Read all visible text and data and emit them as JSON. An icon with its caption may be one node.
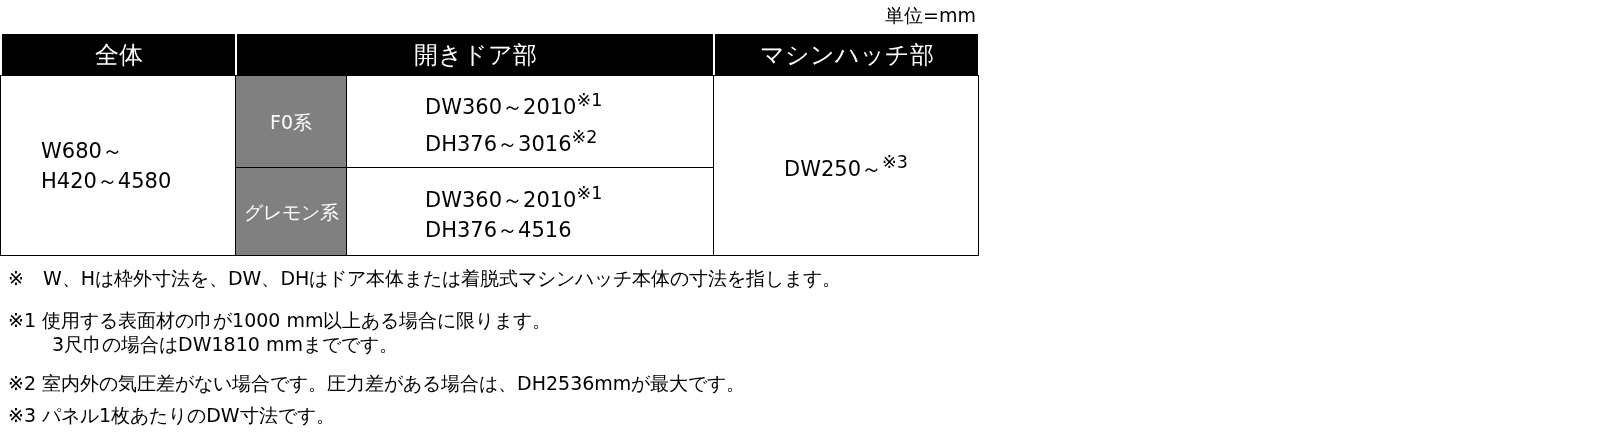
{
  "diagram": {
    "labels": [
      "単位=mm",
      "全体",
      "開きドア部",
      "マシンハッチ部",
      "W680～ H420～4580",
      "F0系",
      "DW360～2010$^{※1}$",
      "DH376～3016$^{※2}$",
      "DW250～$^{※3}$",
      "グレモン系",
      "DW360～2010$^{※1}$",
      "DH376～4516",
      "※　W、Hは枠外寸法を、DW、DHはドア本体または着脱式マシンハッチ本体の寸法を指します。",
      "※1 使用する表面材の巾が1000 mm以上ある場合に限ります。",
      "3尺巾の場合はDW1810 mmまでです。",
      "※2 室内外の気圧差がない場合です。圧力差がある場合は、DH2536mmが最大です。",
      "※3 パネル1枚あたりのDW寸法です。"
    ]
  }
}
